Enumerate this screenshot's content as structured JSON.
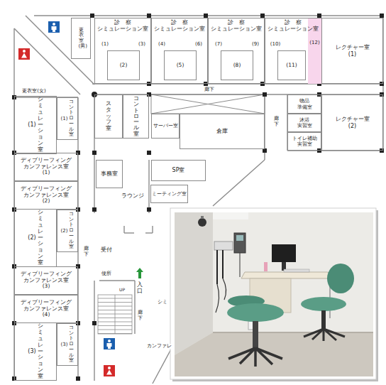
{
  "diagram": {
    "nodes": [
      {
        "text": [
          "更衣室(男)"
        ]
      },
      {
        "text": [
          "診　察",
          "シミュレーション室"
        ]
      },
      {
        "text": [
          "(1)"
        ],
        "in": 1
      },
      {
        "text": [
          "(3)"
        ],
        "in": 1
      },
      {
        "text": [
          "(2)"
        ],
        "in": 1
      },
      {
        "text": [
          "診　察",
          "シミュレーション室"
        ]
      },
      {
        "text": [
          "(4)"
        ],
        "in": 5
      },
      {
        "text": [
          "(6)"
        ],
        "in": 5
      },
      {
        "text": [
          "(5)"
        ],
        "in": 5
      },
      {
        "text": [
          "診　察",
          "シミュレーション室"
        ]
      },
      {
        "text": [
          "(7)"
        ],
        "in": 9
      },
      {
        "text": [
          "(9)"
        ],
        "in": 9
      },
      {
        "text": [
          "(8)"
        ],
        "in": 9
      },
      {
        "text": [
          "診　察",
          "シミュレーション室"
        ]
      },
      {
        "text": [
          "(10)"
        ],
        "in": 13
      },
      {
        "text": [
          "(12)"
        ],
        "in": 13
      },
      {
        "text": [
          "(11)"
        ],
        "in": 13
      },
      {
        "text": [
          "レクチャー室 (1)"
        ]
      },
      {
        "text": [
          "シミュレーション室",
          "(1)"
        ]
      },
      {
        "text": [
          "コントロール室",
          "(1)"
        ]
      },
      {
        "text": [
          "ディブリーフィング カンファレンス室 (1)"
        ]
      },
      {
        "text": [
          "ディブリーフィング カンファレンス室 (2)"
        ]
      },
      {
        "text": [
          "シミュレーション室",
          "(2)"
        ]
      },
      {
        "text": [
          "コントロール室",
          "(2)"
        ]
      },
      {
        "text": [
          "ディブリーフィング カンファレンス室 (3)"
        ]
      },
      {
        "text": [
          "ディブリーフィング カンファレンス室 (4)"
        ]
      },
      {
        "text": [
          "シミュレーション室",
          "(3)"
        ]
      },
      {
        "text": [
          "コントロール室",
          "(3)"
        ]
      },
      {
        "text": [
          "スタッフ室"
        ]
      },
      {
        "text": [
          "コントロール室"
        ]
      },
      {
        "text": [
          "サーバー室"
        ]
      },
      {
        "text": [
          "倉庫"
        ]
      },
      {
        "text": [
          "物品 準備室"
        ]
      },
      {
        "text": [
          "沐浴 実習室"
        ]
      },
      {
        "text": [
          "トイレ補助 実習室"
        ]
      },
      {
        "text": [
          "レクチャー室 (2)"
        ]
      },
      {
        "text": [
          "事務室"
        ]
      },
      {
        "text": [
          "SP室"
        ]
      },
      {
        "text": [
          "ミーティング室"
        ]
      }
    ],
    "labels": [
      "更衣室(女)",
      "廊下",
      "廊下",
      "ラウンジ",
      "廊下",
      "受付",
      "便所",
      "UP",
      "入口",
      "廊下",
      "シミ",
      "カンファレ"
    ]
  }
}
